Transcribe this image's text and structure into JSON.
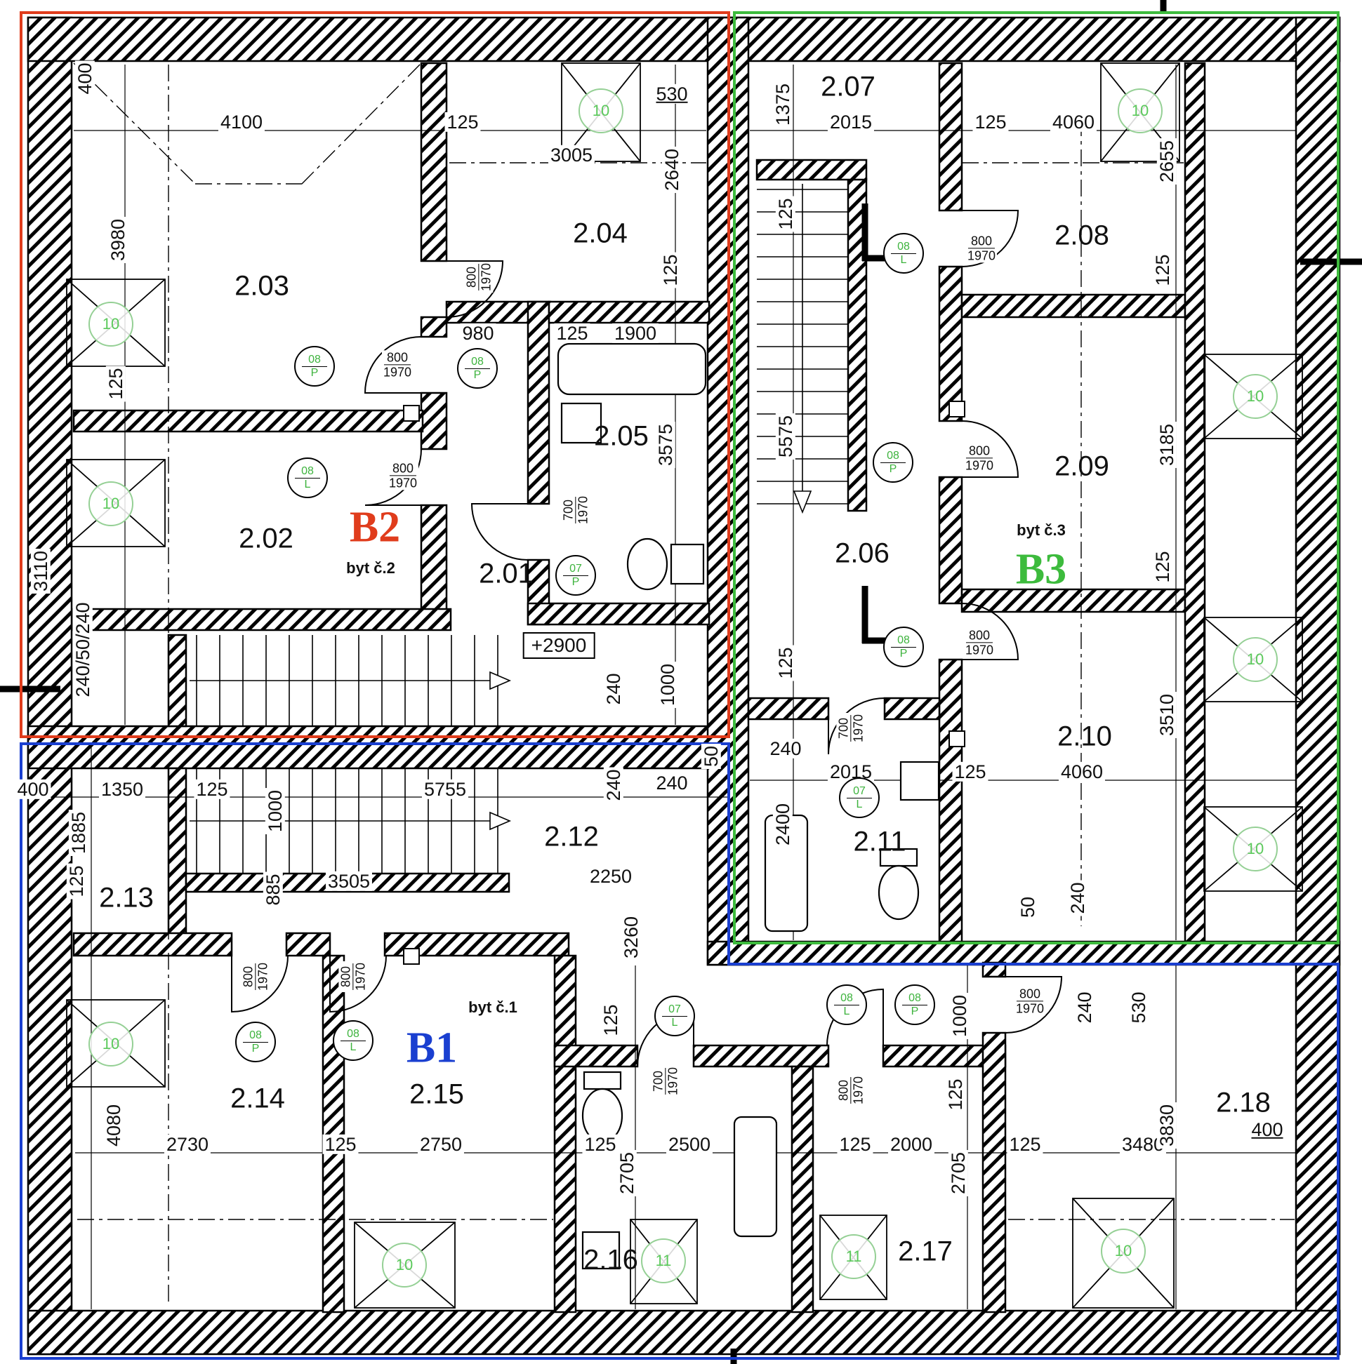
{
  "apartments": {
    "b1": {
      "label": "B1",
      "flat": "byt č.1",
      "color": "#1a3fd0"
    },
    "b2": {
      "label": "B2",
      "flat": "byt č.2",
      "color": "#e03c1c"
    },
    "b3": {
      "label": "B3",
      "flat": "byt č.3",
      "color": "#3dbb3d"
    }
  },
  "level_mark": "+2900",
  "rooms": [
    "2.03",
    "2.04",
    "2.05",
    "2.02",
    "2.01",
    "2.07",
    "2.08",
    "2.09",
    "2.06",
    "2.10",
    "2.11",
    "2.12",
    "2.13",
    "2.14",
    "2.15",
    "2.16",
    "2.17",
    "2.18"
  ],
  "dims_h": [
    "4100",
    "125",
    "3005",
    "530",
    "980",
    "125",
    "1900",
    "2015",
    "125",
    "4060",
    "240",
    "2015",
    "125",
    "4060",
    "400",
    "1350",
    "125",
    "5755",
    "240",
    "3505",
    "2250",
    "2730",
    "125",
    "2750",
    "125",
    "2500",
    "125",
    "2000",
    "125",
    "3480",
    "400"
  ],
  "dims_v": [
    "400",
    "3980",
    "125",
    "3110",
    "240/50/240",
    "2640",
    "125",
    "3575",
    "240",
    "1000",
    "1375",
    "125",
    "5575",
    "125",
    "2655",
    "125",
    "3185",
    "125",
    "3510",
    "2400",
    "50",
    "240",
    "1000",
    "1885",
    "125",
    "885",
    "240",
    "50",
    "3260",
    "4080",
    "125",
    "1000",
    "240",
    "530",
    "125",
    "2705",
    "2705",
    "3830"
  ],
  "door_labels": [
    {
      "w": "800",
      "h": "1970"
    },
    {
      "w": "800",
      "h": "1970"
    },
    {
      "w": "800",
      "h": "1970"
    },
    {
      "w": "700",
      "h": "1970"
    },
    {
      "w": "800",
      "h": "1970"
    },
    {
      "w": "800",
      "h": "1970"
    },
    {
      "w": "800",
      "h": "1970"
    },
    {
      "w": "700",
      "h": "1970"
    },
    {
      "w": "800",
      "h": "1970"
    },
    {
      "w": "800",
      "h": "1970"
    },
    {
      "w": "700",
      "h": "1970"
    },
    {
      "w": "800",
      "h": "1970"
    },
    {
      "w": "800",
      "h": "1970"
    }
  ],
  "door_tags": [
    {
      "num": "08",
      "side": "P"
    },
    {
      "num": "08",
      "side": "P"
    },
    {
      "num": "08",
      "side": "L"
    },
    {
      "num": "07",
      "side": "P"
    },
    {
      "num": "08",
      "side": "L"
    },
    {
      "num": "08",
      "side": "P"
    },
    {
      "num": "08",
      "side": "P"
    },
    {
      "num": "07",
      "side": "L"
    },
    {
      "num": "08",
      "side": "P"
    },
    {
      "num": "08",
      "side": "L"
    },
    {
      "num": "07",
      "side": "L"
    },
    {
      "num": "08",
      "side": "L"
    },
    {
      "num": "08",
      "side": "P"
    }
  ],
  "window_tags": [
    "10",
    "10",
    "10",
    "10",
    "10",
    "10",
    "10",
    "10",
    "10",
    "10",
    "11",
    "11"
  ]
}
